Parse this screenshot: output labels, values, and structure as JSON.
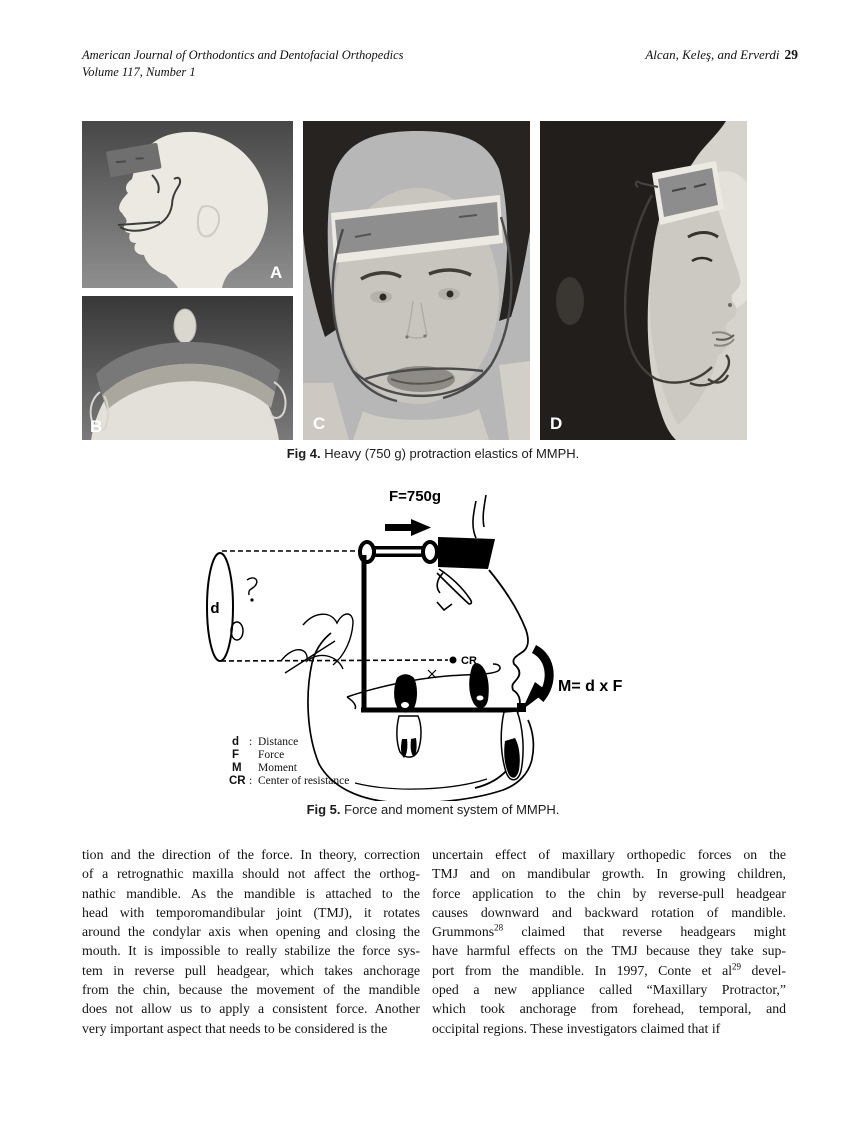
{
  "colors": {
    "ink": "#000000",
    "paper": "#ffffff"
  },
  "header": {
    "journal_line1": "American Journal of Orthodontics and Dentofacial Orthopedics",
    "journal_line2": "Volume 117, Number 1",
    "authors": "Alcan, Keleş, and Erverdi",
    "page_number": "29"
  },
  "fig4": {
    "caption_label": "Fig 4.",
    "caption_text": " Heavy (750 g) protraction elastics of MMPH.",
    "photos": [
      {
        "label": "A"
      },
      {
        "label": "B"
      },
      {
        "label": "C"
      },
      {
        "label": "D"
      }
    ]
  },
  "fig5": {
    "caption_label": "Fig 5.",
    "caption_text": " Force and moment system of MMPH.",
    "force_label": "F=750g",
    "moment_label": "M= d x F",
    "distance_symbol": "d",
    "cr_point_label": "CR",
    "legend": [
      {
        "symbol": "d",
        "sep": ":",
        "name": "Distance"
      },
      {
        "symbol": "F",
        "sep": "",
        "name": "Force"
      },
      {
        "symbol": "M",
        "sep": "",
        "name": "Moment"
      },
      {
        "symbol": "CR",
        "sep": ":",
        "name": "Center of resistance"
      }
    ]
  },
  "body": {
    "left": {
      "lines": [
        "tion and the direction of the force. In theory, correction",
        "of a retrognathic maxilla should not affect the orthog-",
        "nathic mandible. As the mandible is attached to the",
        "head with temporomandibular joint (TMJ), it rotates",
        "around the condylar axis when opening and closing the",
        "mouth. It is impossible to really stabilize the force sys-",
        "tem in reverse pull headgear, which takes anchorage",
        "from the chin, because the movement of the mandible",
        "does not allow us to apply a consistent force. Another",
        "very important aspect that needs to be considered is the"
      ]
    },
    "right": {
      "lines": [
        "uncertain effect of maxillary orthopedic forces on the",
        "TMJ and on mandibular growth. In growing children,",
        "force application to the chin by reverse-pull headgear",
        "causes downward and backward rotation of mandible.",
        {
          "pre": "Grummons",
          "sup": "28",
          "post": " claimed that reverse headgears might"
        },
        "have harmful effects on the TMJ because they take sup-",
        {
          "pre": "port from the mandible. In 1997, Conte et al",
          "sup": "29",
          "post": " devel-"
        },
        "oped a new appliance called “Maxillary Protractor,”",
        "which took anchorage from forehead, temporal, and",
        "occipital regions. These investigators claimed that if"
      ]
    }
  }
}
